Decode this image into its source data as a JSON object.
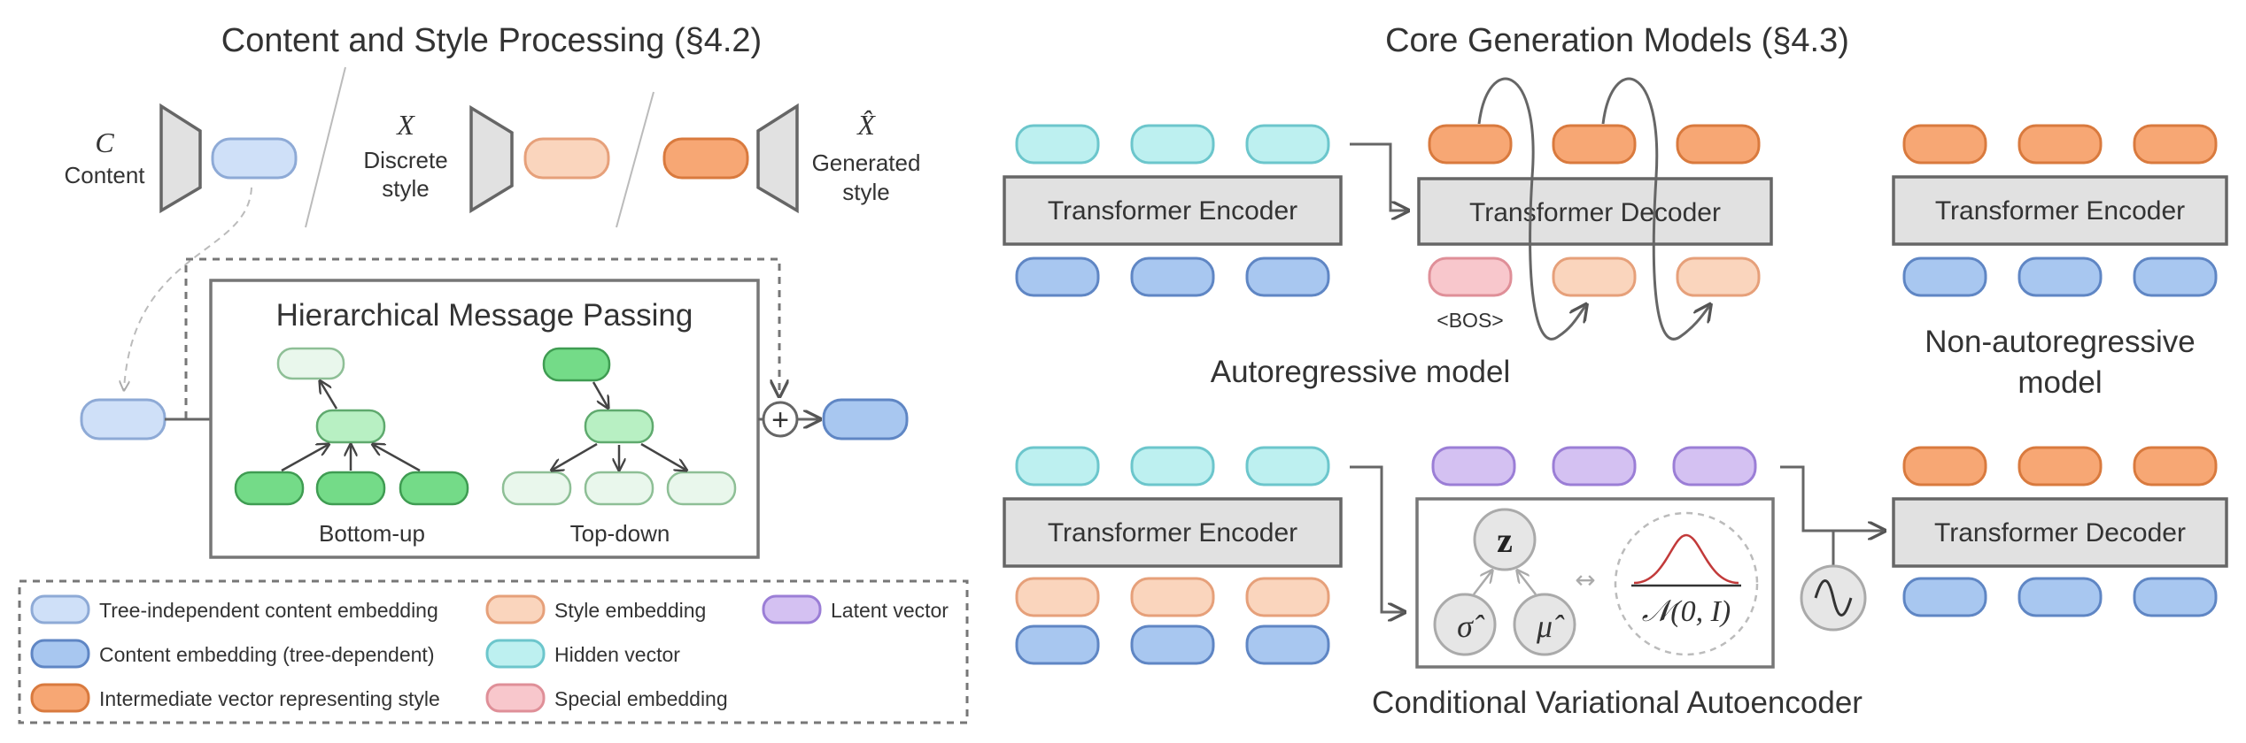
{
  "left": {
    "title": "Content and Style Processing (§4.2)",
    "content_symbol": "C",
    "content_label": "Content",
    "discrete_symbol": "X",
    "discrete_label_line1": "Discrete",
    "discrete_label_line2": "style",
    "generated_symbol": "X̂",
    "generated_label_line1": "Generated",
    "generated_label_line2": "style",
    "hmp_title": "Hierarchical Message Passing",
    "bottom_up": "Bottom-up",
    "top_down": "Top-down",
    "plus_symbol": "+"
  },
  "right": {
    "title": "Core Generation Models (§4.3)",
    "encoder_label": "Transformer Encoder",
    "decoder_label": "Transformer Decoder",
    "bos_label": "<BOS>",
    "autoregressive_label": "Autoregressive model",
    "nonautoregressive_line1": "Non-autoregressive",
    "nonautoregressive_line2": "model",
    "cvae_label": "Conditional Variational Autoencoder",
    "z_symbol": "z",
    "sigma_symbol": "σ̂",
    "mu_symbol": "μ̂",
    "normal_symbol": "𝒩(0, I)",
    "double_arrow": "↔",
    "sample_symbol": "~"
  },
  "legend": [
    {
      "label": "Tree-independent content embedding",
      "kind": "pill-ti"
    },
    {
      "label": "Content embedding (tree-dependent)",
      "kind": "pill-ce"
    },
    {
      "label": "Intermediate vector representing style",
      "kind": "pill-iv"
    },
    {
      "label": "Style embedding",
      "kind": "pill-se"
    },
    {
      "label": "Hidden vector",
      "kind": "pill-hv"
    },
    {
      "label": "Special embedding",
      "kind": "pill-sp"
    },
    {
      "label": "Latent vector",
      "kind": "pill-lv"
    }
  ],
  "colors": {
    "tree_independent": "#cfe0f8",
    "content_embedding": "#a8c7f0",
    "style_intermediate": "#f7a774",
    "style_embedding": "#fad5bd",
    "hidden": "#bdf0f0",
    "special": "#f8c7cc",
    "latent": "#d4c1f2",
    "tree_node_dark": "#74db88",
    "tree_node_mid": "#b8f0c3",
    "tree_node_light": "#e9f7ec"
  }
}
